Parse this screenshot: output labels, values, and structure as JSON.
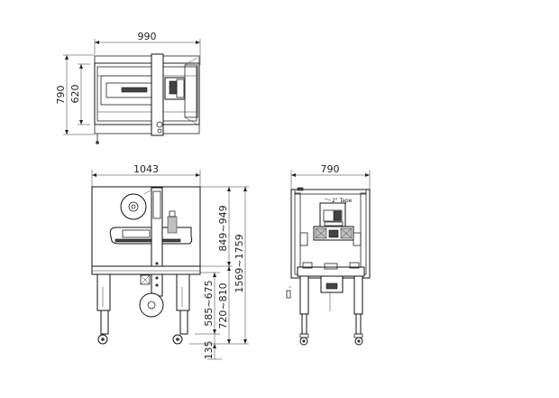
{
  "top_view": {
    "width_label": "990",
    "depth_label": "790",
    "inner_depth_label": "620"
  },
  "front_view": {
    "width_label": "1043",
    "tape_height_label": "849~949",
    "total_height_label": "1569~1759",
    "table_height_label": "720~810",
    "lower_height_label": "585~675",
    "caster_label": "135"
  },
  "side_view": {
    "width_label": "790",
    "tape_note": "2\" Tape"
  }
}
